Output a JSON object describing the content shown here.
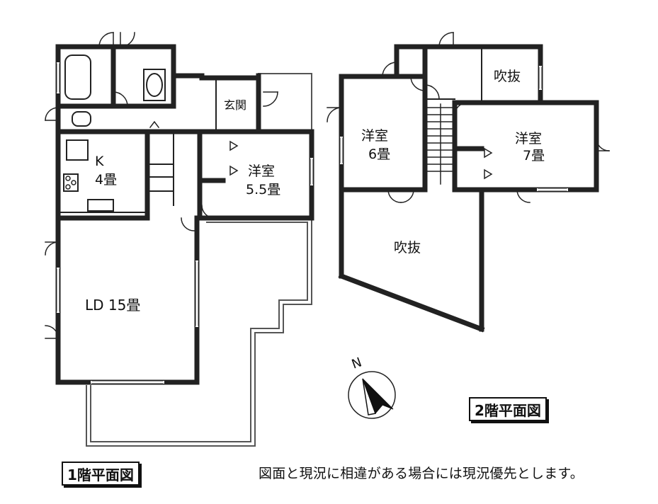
{
  "floor1": {
    "title": "1階平面図",
    "rooms": {
      "genkan": "玄関",
      "kitchen_name": "K",
      "kitchen_size": "4畳",
      "western_name": "洋室",
      "western_size": "5.5畳",
      "ld": "LD 15畳"
    }
  },
  "floor2": {
    "title": "2階平面図",
    "rooms": {
      "fukinuke_top": "吹抜",
      "western6_name": "洋室",
      "western6_size": "6畳",
      "western7_name": "洋室",
      "western7_size": "7畳",
      "fukinuke_big": "吹抜"
    }
  },
  "compass": {
    "label": "N"
  },
  "note": "図面と現況に相違がある場合には現況優先とします。",
  "colors": {
    "wall": "#222222",
    "line": "#555555",
    "paper": "#ffffff"
  }
}
